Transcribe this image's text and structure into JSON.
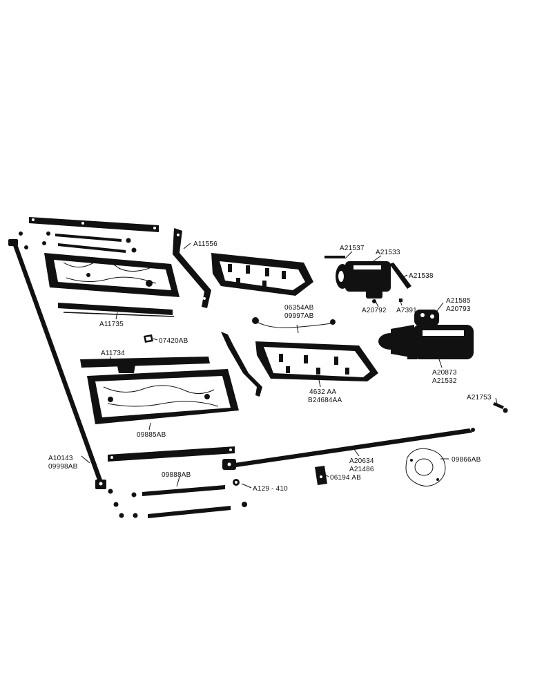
{
  "labels": {
    "a11556": "A11556",
    "a21537": "A21537",
    "a21533": "A21533",
    "a21538": "A21538",
    "a7391": "A7391",
    "a20792": "A20792",
    "a21585": "A21585",
    "a20793": "A20793",
    "a11735": "A11735",
    "p06354ab": "06354AB",
    "p09997ab": "09997AB",
    "p07420ab": "07420AB",
    "a11734": "A11734",
    "a20873": "A20873",
    "a21532": "A21532",
    "p4632aa": "4632 AA",
    "b24684aa": "B24684AA",
    "a21753": "A21753",
    "p09885ab": "09885AB",
    "a10143": "A10143",
    "p09998ab": "09998AB",
    "a20634": "A20634",
    "a21486": "A21486",
    "p09866ab": "09866AB",
    "p09888ab": "09888AB",
    "a129410": "A129 - 410",
    "p06194ab": "06194 AB"
  }
}
